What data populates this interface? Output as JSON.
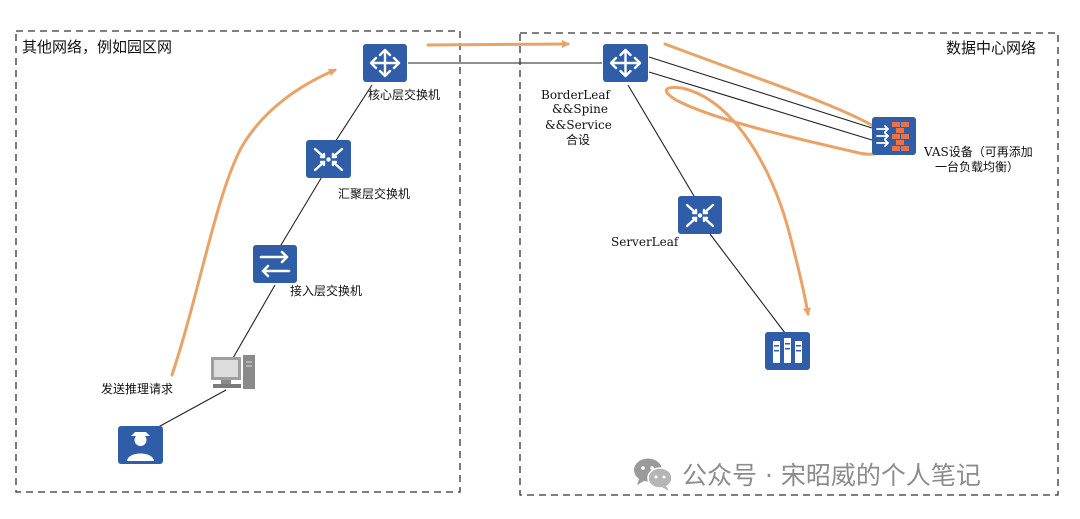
{
  "zones": {
    "left_title": "其他网络，例如园区网",
    "right_title": "数据中心网络"
  },
  "devices": {
    "core": "核心层交换机",
    "aggregation": "汇聚层交换机",
    "access": "接入层交换机",
    "border_l1": "BorderLeaf",
    "border_l2": "&&Spine",
    "border_l3": "&&Service",
    "border_l4": "合设",
    "vas_l1": "VAS设备（可再添加",
    "vas_l2": "一台负载均衡）",
    "server_leaf": "ServerLeaf"
  },
  "annotations": {
    "send_request": "发送推理请求"
  },
  "watermark": {
    "text": "公众号 · 宋昭威的个人笔记",
    "icon": "wechat-icon"
  },
  "colors": {
    "device_blue": "#2f5da8",
    "flow_orange": "#e8a468",
    "border_dash": "#333333",
    "link_line": "#222222"
  }
}
